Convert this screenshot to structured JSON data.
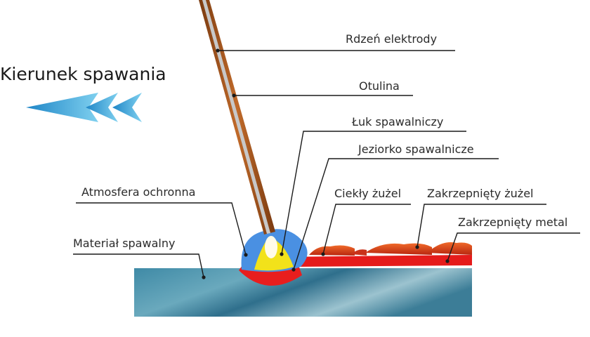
{
  "title": "Kierunek spawania",
  "labels": {
    "electrode_core": "Rdzeń elektrody",
    "coating": "Otulina",
    "arc": "Łuk spawalniczy",
    "weld_pool": "Jeziorko spawalnicze",
    "shielding_atmosphere": "Atmosfera ochronna",
    "liquid_slag": "Ciekły żużel",
    "solid_slag": "Zakrzepnięty żużel",
    "solid_metal": "Zakrzepnięty metal",
    "base_material": "Materiał spawalny"
  },
  "colors": {
    "arrow": "#3aa6dc",
    "electrode_coating": "#a8561f",
    "electrode_core": "#b9b9b9",
    "plate": "#4a8fa8",
    "shield_gas": "#4a90e2",
    "arc": "#f2e21a",
    "pool": "#e81e1e",
    "slag": "#d9441a"
  }
}
